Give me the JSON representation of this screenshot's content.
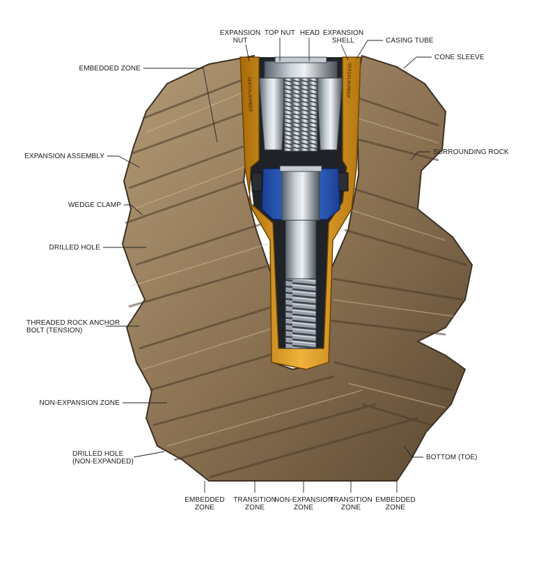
{
  "diagram": {
    "labels": {
      "expansion_nut": "EXPANSION\nNUT",
      "top_nut": "TOP NUT",
      "head": "HEAD",
      "expansion_shell": "EXPANSION\nSHELL",
      "casing_tube": "CASING TUBE",
      "cone_sleeve": "CONE SLEEVE",
      "embedded_zone_top": "EMBEDDED ZONE",
      "surrounding_rock": "SURROUNDING ROCK",
      "expansion_assembly": "EXPANSION ASSEMBLY",
      "wedge_clamp": "WEDGE CLAMP",
      "drilled_hole": "DRILLED HOLE",
      "threaded_bolt": "THREADED ROCK ANCHOR\nBOLT (TENSION)",
      "non_expansion_zone": "NON-EXPANSION ZONE",
      "drilled_hole_non_expanded": "DRILLED HOLE\n(NON-EXPANDED)",
      "bottom_toe": "BOTTOM (TOE)",
      "bottom_embedded_left": "EMBEDDED\nZONE",
      "bottom_transition_left": "TRANSITION\nZONE",
      "bottom_non_expansion": "NON-EXPANSION\nZONE",
      "bottom_transition_right": "TRANSITION\nZONE",
      "bottom_embedded_right": "EMBEDDED\nZONE"
    },
    "sleeve_marking": "SERIALNUMBER",
    "colors": {
      "rock_light": "#a08766",
      "rock_dark": "#4a3b2a",
      "steel": "#9aa3ad",
      "steel_dark": "#4e5660",
      "orange": "#d8961c",
      "blue": "#2c5fc4",
      "leader": "#222222"
    }
  }
}
